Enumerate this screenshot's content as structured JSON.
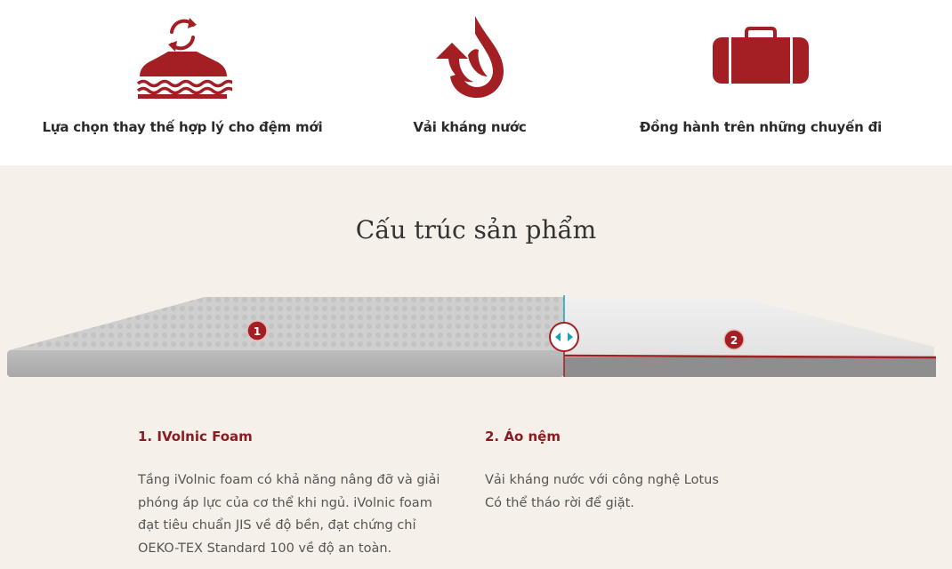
{
  "features": [
    {
      "icon": "mattress-refresh-icon",
      "label": "Lựa chọn thay thế hợp lý cho đệm mới"
    },
    {
      "icon": "water-drop-icon",
      "label": "Vải kháng nước"
    },
    {
      "icon": "suitcase-icon",
      "label": "Đồng hành trên những chuyến đi"
    }
  ],
  "structure": {
    "title": "Cấu trúc sản phẩm",
    "markers": [
      "1",
      "2"
    ],
    "layers": [
      {
        "title": "1. IVolnic Foam",
        "lines": [
          "Tầng iVolnic foam có khả năng nâng đỡ và giải",
          "phóng áp lực của cơ thể khi ngủ. iVolnic foam",
          "đạt tiêu chuẩn JIS về độ bền, đạt chứng chỉ",
          "OEKO-TEX Standard 100 về độ an toàn."
        ]
      },
      {
        "title": "2. Áo nệm",
        "lines": [
          "Vải kháng nước với công nghệ Lotus",
          "Có thể tháo rời để giặt."
        ]
      }
    ]
  },
  "colors": {
    "brand_red": "#a31f24",
    "title_red": "#8b1c22",
    "divider_teal": "#17a2b8"
  }
}
